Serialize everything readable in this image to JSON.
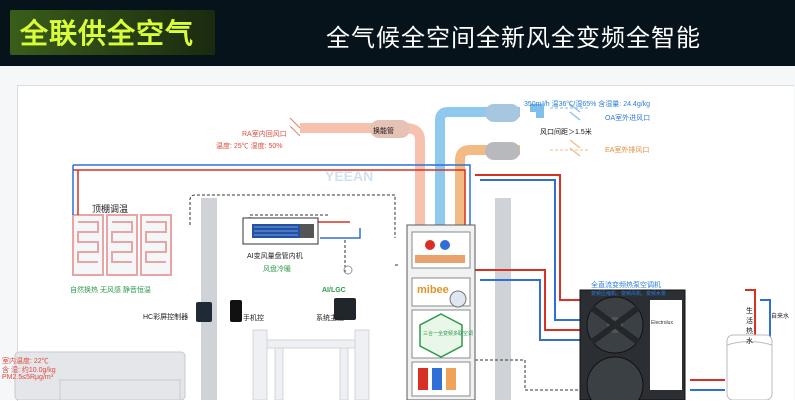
{
  "banner": {
    "tag": "全联供全空气",
    "subtitle": "全气候全空间全新风全变频全智能"
  },
  "labels": {
    "flow": "350m³/h   温36℃/湿65%  含湿量: 24.4g/kg",
    "oa": "OA室外进风口",
    "ea": "EA室外排风口",
    "distance": "风口间距＞1.5米",
    "ra": "RA室内回风口",
    "indoor": "温度: 25℃   湿度: 50%",
    "heat_exchange": "换能管",
    "ceiling": "顶棚调温",
    "auto_temp": "自然换热 无风感 静音恒温",
    "fan_coil": "AI变风量盘管内机",
    "no_blow": "风盘冷暖",
    "hc": "HC彩屏控制器",
    "phone": "手机控",
    "main_ctrl_tag": "AI/LGC",
    "main_ctrl": "系统主控",
    "brand": "mibee",
    "hub_text": "三合一全变频多联空调",
    "heatpump_title": "全直流变频热泵空调机",
    "heatpump_desc": "变频压缩机、变频风机、变频水泵",
    "heatpump_brand": "Electrolux",
    "hot_water_1": "生",
    "hot_water_2": "活",
    "hot_water_3": "热",
    "hot_water_4": "水",
    "tap": "自来水",
    "room_1": "室内温度: 22℃",
    "room_2": "含   湿: 约10.0g/kg",
    "room_3": "PM2.5≤5Rμg/m³",
    "watermark": "YEEAN"
  },
  "colors": {
    "banner_bg": "#06131a",
    "tag": "#d8ff3a",
    "fresh_air": "#7fbfe8",
    "exhaust_air": "#f2b27a",
    "return_air": "#f6b6a3",
    "red_pipe": "#d93025",
    "blue_pipe": "#2f6fd6"
  }
}
